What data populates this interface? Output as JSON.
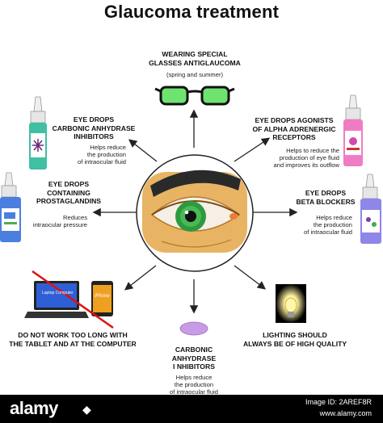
{
  "title": "Glaucoma treatment",
  "items": {
    "glasses": {
      "title": "WEARING SPECIAL GLASSES ANTIGLAUCOMA",
      "title_l1": "WEARING SPECIAL",
      "title_l2": "GLASSES ANTIGLAUCOMA",
      "desc": "(spring and summer)"
    },
    "carbonic_drops": {
      "title_l1": "EYE DROPS",
      "title_l2": "CARBONIC ANHYDRASE",
      "title_l3": "INHIBITORS",
      "desc_l1": "Helps reduce",
      "desc_l2": "the production",
      "desc_l3": "of intraocular fluid"
    },
    "alpha_drops": {
      "title_l1": "EYE DROPS AGONISTS",
      "title_l2": "OF ALPHA ADRENERGIC",
      "title_l3": "RECEPTORS",
      "desc_l1": "Helps to reduce the",
      "desc_l2": "production of eye fluid",
      "desc_l3": "and improves its outflow"
    },
    "prostaglandin_drops": {
      "title_l1": "EYE DROPS",
      "title_l2": "CONTAINING",
      "title_l3": "PROSTAGLANDINS",
      "desc_l1": "Reduces",
      "desc_l2": "intraocular pressure"
    },
    "beta_drops": {
      "title_l1": "EYE DROPS",
      "title_l2": "BETA BLOCKERS",
      "desc_l1": "Helps reduce",
      "desc_l2": "the production",
      "desc_l3": "of intraocular fluid"
    },
    "computer": {
      "title_l1": "DO NOT WORK TOO LONG WITH",
      "title_l2": "THE TABLET AND AT THE COMPUTER",
      "laptop_text": "Laptop Computer",
      "phone_text": "iPhone"
    },
    "pill": {
      "title_l1": "CARBONIC",
      "title_l2": "ANHYDRASE",
      "title_l3": "I NHIBITORS",
      "desc_l1": "Helps reduce",
      "desc_l2": "the production",
      "desc_l3": "of intraocular fluid"
    },
    "lighting": {
      "title_l1": "LIGHTING SHOULD",
      "title_l2": "ALWAYS BE OF HIGH QUALITY"
    }
  },
  "footer": {
    "brand": "alamy",
    "image_id": "Image ID: 2AREF8R",
    "site": "www.alamy.com"
  },
  "colors": {
    "glasses_green": "#6fe36f",
    "iris": "#2e9a3e",
    "skin": "#e8b463",
    "pill": "#c89be6"
  }
}
